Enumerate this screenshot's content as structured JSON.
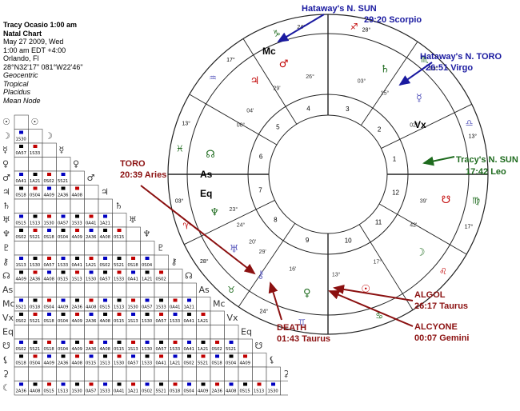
{
  "chart_info": {
    "name": "Tracy Ocasio 1:00 am",
    "chart_type": "Natal Chart",
    "date": "May 27 2009, Wed",
    "time": "1:00 am  EDT +4:00",
    "place": "Orlando, Fl",
    "coords": "28°N32'17\" 081°W22'46\"",
    "geocentric": "Geocentric",
    "tropical": "Tropical",
    "placidus": "Placidus",
    "mean_node": "Mean Node"
  },
  "grid_glyphs": [
    "☉",
    "☽",
    "☿",
    "♀",
    "♂",
    "♃",
    "♄",
    "♅",
    "♆",
    "♇",
    "⚷",
    "☊",
    "As",
    "Mc",
    "Vx",
    "Eq",
    "☋",
    "⚸",
    "⚳",
    "☾"
  ],
  "aspect_samples": [
    "1S30",
    "0A57",
    "1S33",
    "0A41",
    "1A21",
    "0S02",
    "5S21",
    "0S18",
    "0S04",
    "4A09",
    "2A36",
    "4A08",
    "0S15",
    "1S13"
  ],
  "wheel": {
    "house_numbers": [
      "1",
      "2",
      "3",
      "4",
      "5",
      "6",
      "7",
      "8",
      "9",
      "10",
      "11",
      "12"
    ],
    "cusp_degrees": [
      "03°",
      "28°",
      "24°",
      "17°",
      "13°",
      "03°",
      "28°",
      "24°",
      "17°",
      "13°"
    ],
    "mc_label": "Mc",
    "as_label": "As",
    "eq_label": "Eq",
    "vx_label": "Vx",
    "planet_degrees": [
      "26°",
      "29'",
      "04'",
      "00°",
      "03°",
      "15°",
      "02°",
      "23°",
      "24°",
      "20'",
      "29'",
      "16'",
      "13°",
      "17°",
      "42'",
      "39'"
    ]
  },
  "annotations": {
    "hataway_sun": {
      "line1": "Hataway's N. SUN",
      "line2": "29:20 Scorpio",
      "color": "#1a1aa0"
    },
    "hataway_toro": {
      "line1": "Hataway's N. TORO",
      "line2": "26:51 Virgo",
      "color": "#1a1aa0"
    },
    "tracy_sun": {
      "line1": "Tracy's N. SUN",
      "line2": "17:42 Leo",
      "color": "#1e6b1e"
    },
    "toro": {
      "line1": "TORO",
      "line2": "20:39 Aries",
      "color": "#8b1010"
    },
    "algol": {
      "line1": "ALGOL",
      "line2": "26:17 Taurus",
      "color": "#8b1010"
    },
    "alcyone": {
      "line1": "ALCYONE",
      "line2": "00:07 Gemini",
      "color": "#8b1010"
    },
    "death": {
      "line1": "DEATH",
      "line2": "01:43 Taurus",
      "color": "#8b1010"
    }
  }
}
